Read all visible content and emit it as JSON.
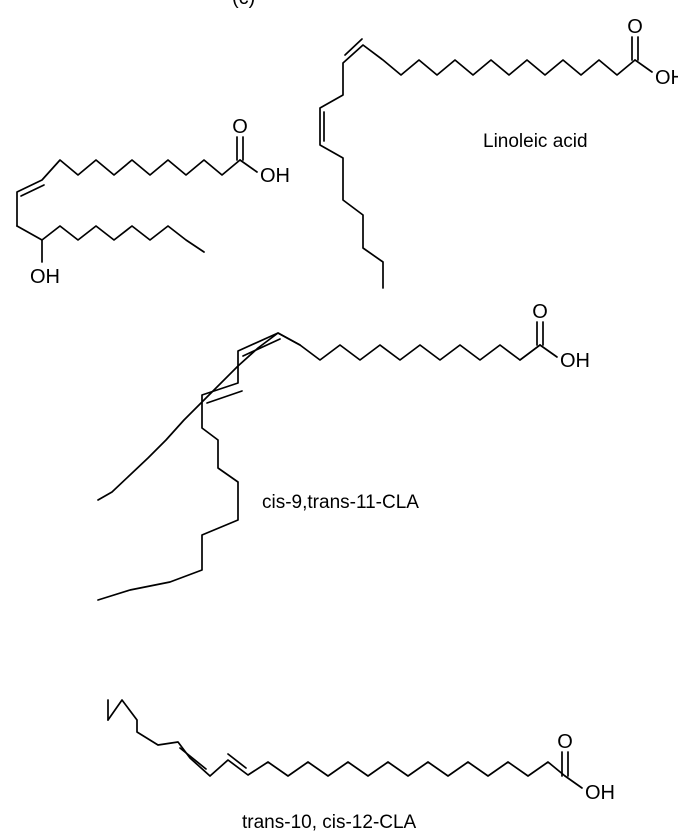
{
  "figure": {
    "panel_label": "(c)",
    "atom_labels": {
      "oxygen": "O",
      "hydroxyl": "OH"
    },
    "molecules": [
      {
        "id": "ricinoleic",
        "caption": ""
      },
      {
        "id": "linoleic",
        "caption": "Linoleic acid"
      },
      {
        "id": "cla-9-11",
        "caption": "cis-9,trans-11-CLA"
      },
      {
        "id": "cla-10-12",
        "caption": "trans-10, cis-12-CLA"
      }
    ]
  },
  "colors": {
    "ink": "#000000",
    "background": "#ffffff"
  }
}
